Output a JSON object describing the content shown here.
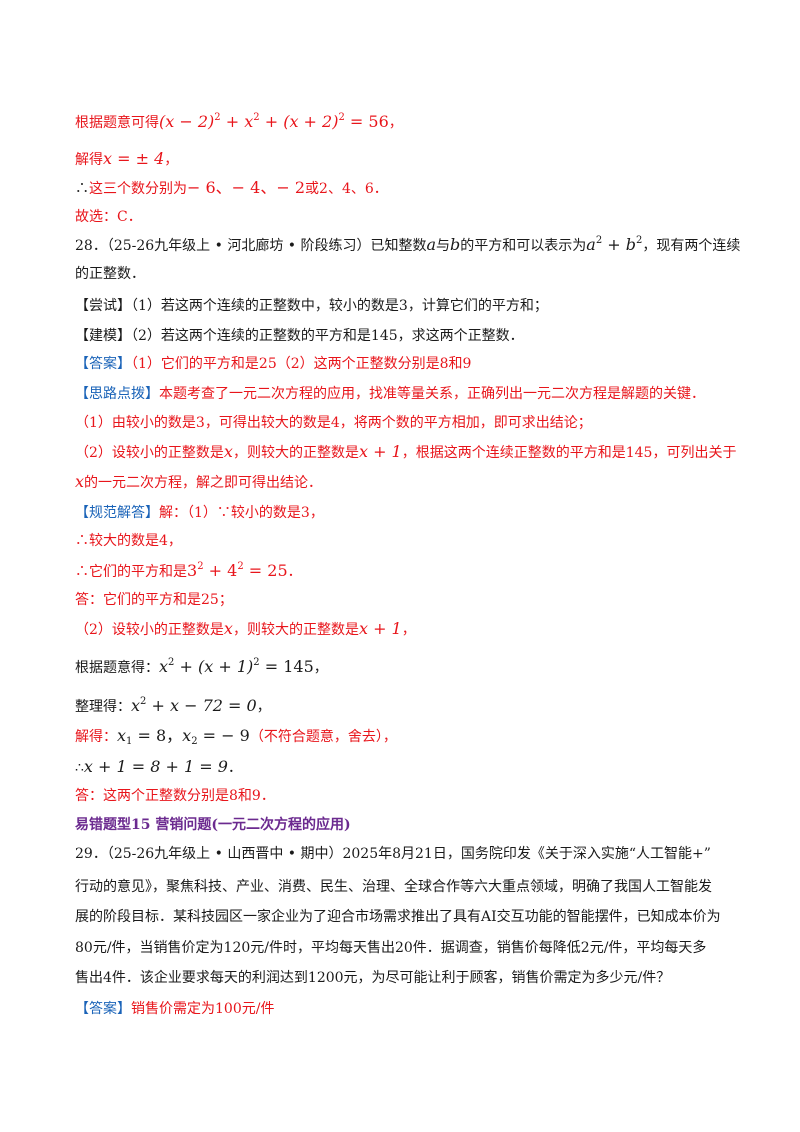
{
  "sol27": {
    "l1_text": "根据题意可得",
    "l1_math": "(x − 2)",
    "l1_math2": " + x",
    "l1_math3": " + (x + 2)",
    "l1_math4": " = 56",
    "l1_sup": "2",
    "l1_end": "，",
    "l2_text": "解得",
    "l2_math": "x = ± 4",
    "l2_end": "，",
    "l3_therefore": "∴",
    "l3_text": "这三个数分别为",
    "l3_math1": "− 6、− 4、− 2",
    "l3_or": "或",
    "l3_rest": "2、4、6．",
    "l4": "故选：C．"
  },
  "q28": {
    "l1_prefix": "28．（25-26九年级上 • 河北廊坊 • 阶段练习）已知整数",
    "var_a": "a",
    "with": "与",
    "var_b": "b",
    "mid": "的平方和可以表示为",
    "expr_a": "a",
    "plus": " + ",
    "expr_b": "b",
    "sup2": "2",
    "l1_suffix": "，现有两个连续",
    "l2": "的正整数．",
    "try_tag": "【尝试】",
    "try_text": "（1）若这两个连续的正整数中，较小的数是3，计算它们的平方和；",
    "model_tag": "【建模】",
    "model_text": "（2）若这两个连续的正整数的平方和是145，求这两个正整数．",
    "answer_tag": "【答案】",
    "answer_text": "（1）它们的平方和是25（2）这两个正整数分别是8和9",
    "hint_tag": "【思路点拨】",
    "hint_text": "本题考查了一元二次方程的应用，找准等量关系，正确列出一元二次方程是解题的关键．",
    "hint1": "（1）由较小的数是3，可得出较大的数是4，将两个数的平方相加，即可求出结论；",
    "hint2_a": "（2）设较小的正整数是",
    "hint2_x": "x",
    "hint2_b": "，则较大的正整数是",
    "hint2_x1": "x + 1",
    "hint2_c": "，根据这两个连续正整数的平方和是145，可列出关于",
    "hint3_x": "x",
    "hint3_text": "的一元二次方程，解之即可得出结论．",
    "sol_tag": "【规范解答】",
    "sol_l1": "解：（1）∵较小的数是3，",
    "sol_l2": "∴较大的数是4，",
    "sol_l3_a": "∴它们的平方和是",
    "sol_l3_m": "3",
    "sol_l3_m2": " + 4",
    "sol_l3_m3": " = 25",
    "sol_l3_end": "．",
    "sol_l4": "答：它们的平方和是25；",
    "sol_l5_a": "（2）设较小的正整数是",
    "sol_l5_x": "x",
    "sol_l5_b": "，则较大的正整数是",
    "sol_l5_x1": "x + 1",
    "sol_l5_end": "，",
    "sol_l6_a": "根据题意得：",
    "sol_l6_m": "x",
    "sol_l6_m2": " + (x + 1)",
    "sol_l6_m3": " = 145",
    "sol_l6_end": "，",
    "sol_l7_a": "整理得：",
    "sol_l7_m": "x",
    "sol_l7_m2": " + x − 72 = 0",
    "sol_l7_end": "，",
    "sol_l8_a": "解得：",
    "sol_l8_x1": "x",
    "sub1": "1",
    "sol_l8_v1": " = 8，",
    "sol_l8_x2": "x",
    "sub2": "2",
    "sol_l8_v2": " = − 9",
    "sol_l8_note": "（不符合题意，舍去），",
    "sol_l9_a": "∴",
    "sol_l9_m": "x + 1 = 8 + 1 = 9",
    "sol_l9_end": "．",
    "sol_l10": "答：这两个正整数分别是8和9．"
  },
  "section": {
    "title": "易错题型15 营销问题(一元二次方程的应用)"
  },
  "q29": {
    "l1": "29．（25-26九年级上 • 山西晋中 • 期中）2025年8月21日，国务院印发《关于深入实施“人工智能+”",
    "l2": "行动的意见》，聚焦科技、产业、消费、民生、治理、全球合作等六大重点领域，明确了我国人工智能发",
    "l3": "展的阶段目标．某科技园区一家企业为了迎合市场需求推出了具有AI交互功能的智能摆件，已知成本价为",
    "l4": "80元/件，当销售价定为120元/件时，平均每天售出20件．据调查，销售价每降低2元/件，平均每天多",
    "l5": "售出4件．该企业要求每天的利润达到1200元，为尽可能让利于顾客，销售价需定为多少元/件？",
    "answer_tag": "【答案】",
    "answer_text": "销售价需定为100元/件"
  }
}
